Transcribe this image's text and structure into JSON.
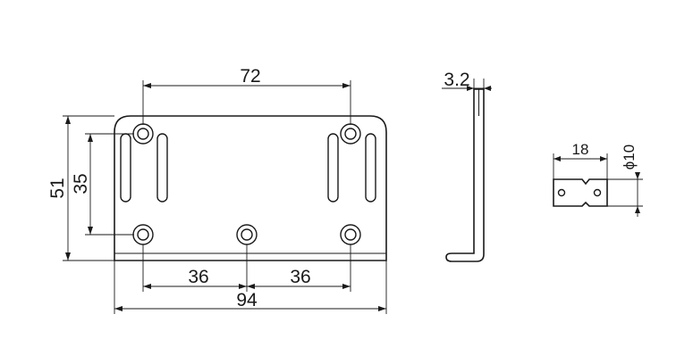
{
  "dimensions": {
    "top_width": "72",
    "left_height": "51",
    "hole_spacing_vertical": "35",
    "bottom_left": "36",
    "bottom_right": "36",
    "overall_width": "94",
    "thickness": "3.2",
    "pin_length": "18",
    "pin_diameter": "ϕ10"
  }
}
